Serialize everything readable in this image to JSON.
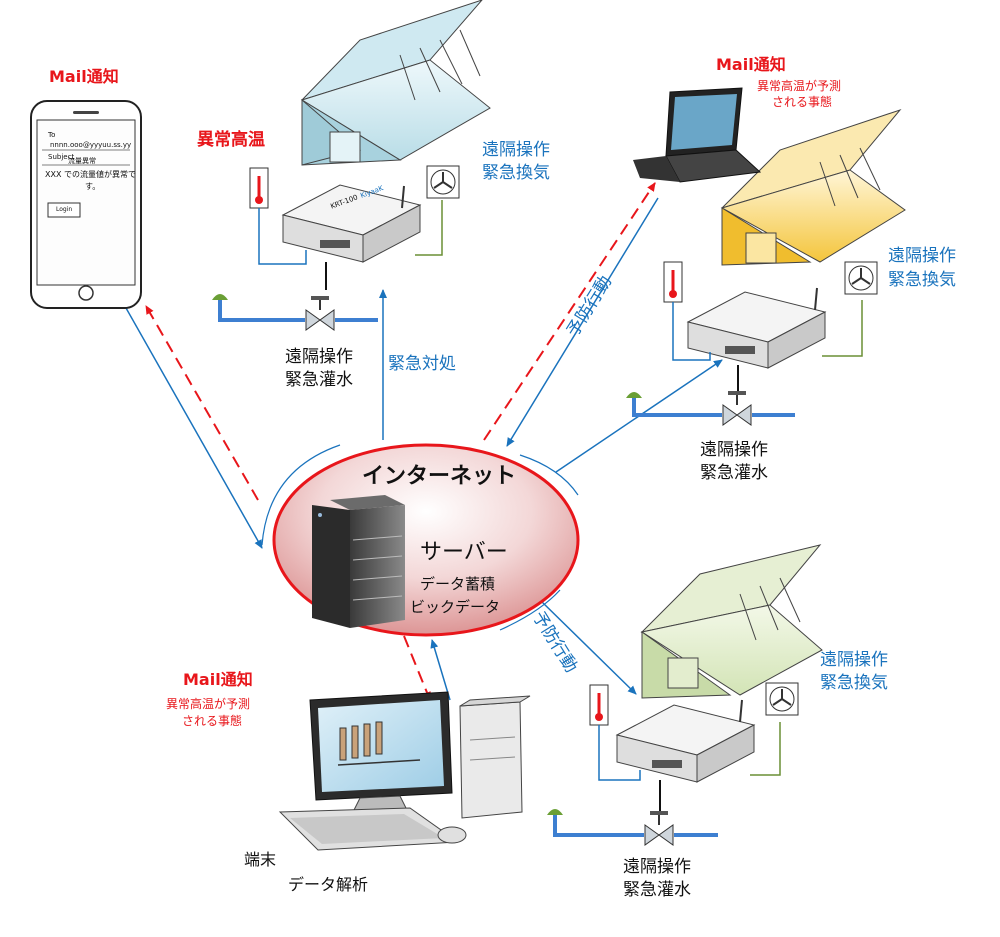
{
  "internet": {
    "title": "インターネット",
    "server": "サーバー",
    "data_store": "データ蓄積",
    "big_data": "ビックデータ"
  },
  "phone": {
    "mail_notice": "Mail通知",
    "to_label": "To",
    "to_value": "nnnn.ooo@yyyuu.ss.yy",
    "subject_label": "Subject",
    "subject_value": "流量異常",
    "body": "XXX での流量値が異常で",
    "body2": "す。",
    "login": "Login"
  },
  "greenhouse_top": {
    "alert": "異常高温",
    "remote_op": "遠隔操作",
    "vent": "緊急換気",
    "water_op": "遠隔操作",
    "water": "緊急灌水",
    "response": "緊急対処"
  },
  "laptop": {
    "mail_notice": "Mail通知",
    "predict_line1": "異常高温が予測",
    "predict_line2": "される事態"
  },
  "greenhouse_right": {
    "remote_op": "遠隔操作",
    "vent": "緊急換気",
    "water_op": "遠隔操作",
    "water": "緊急灌水",
    "preventive": "予防行動"
  },
  "greenhouse_bottom": {
    "remote_op": "遠隔操作",
    "vent": "緊急換気",
    "water_op": "遠隔操作",
    "water": "緊急灌水",
    "preventive": "予防行動"
  },
  "terminal": {
    "mail_notice": "Mail通知",
    "predict_line1": "異常高温が予測",
    "predict_line2": "される事態",
    "name": "端末",
    "analysis": "データ解析"
  },
  "device": {
    "brand": "KiyaaK",
    "model": "KRT-100"
  },
  "colors": {
    "red": "#e8161b",
    "blue": "#1a73bd",
    "green": "#6a8f35",
    "pipe": "#3d7fd1"
  }
}
